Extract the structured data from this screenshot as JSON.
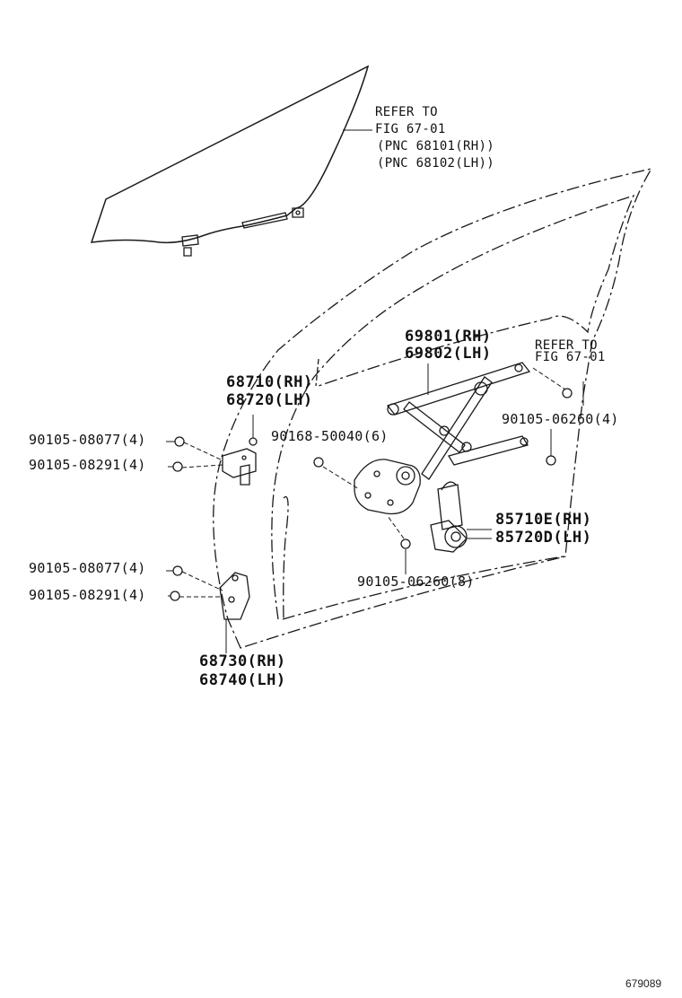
{
  "glass_note": {
    "line1": "REFER TO",
    "line2": "FIG 67-01",
    "line3": "(PNC 68101(RH))",
    "line4": "(PNC 68102(LH))"
  },
  "door_note": {
    "line1": "REFER TO",
    "line2": "FIG 67-01"
  },
  "parts": {
    "regulator_rh": "69801(RH)",
    "regulator_lh": "69802(LH)",
    "upper_hinge_rh": "68710(RH)",
    "upper_hinge_lh": "68720(LH)",
    "lower_hinge_rh": "68730(RH)",
    "lower_hinge_lh": "68740(LH)",
    "motor_rh": "85710E(RH)",
    "motor_lh": "85720D(LH)",
    "bolt_upper_a": "90105-08077(4)",
    "bolt_upper_b": "90105-08291(4)",
    "bolt_lower_a": "90105-08077(4)",
    "bolt_lower_b": "90105-08291(4)",
    "rivet": "90168-50040(6)",
    "bolt_regulator": "90105-06260(4)",
    "bolt_motor": "90105-06260(8)"
  },
  "figure_number": "679089",
  "colors": {
    "line": "#1a1a1a",
    "background": "#ffffff"
  }
}
